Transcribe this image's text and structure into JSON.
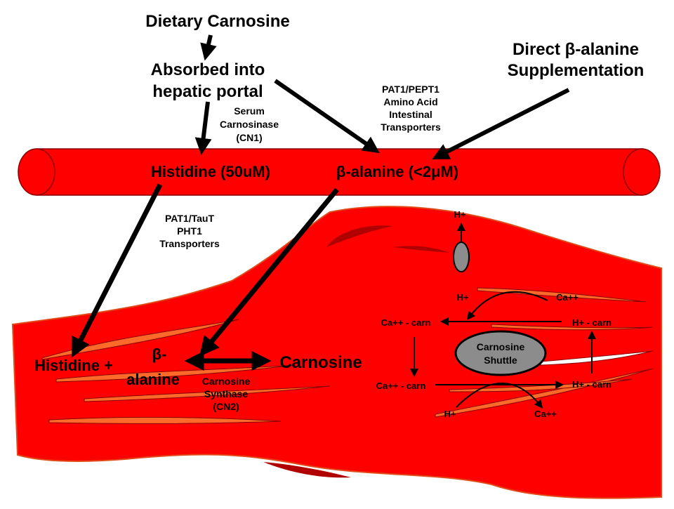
{
  "colors": {
    "vessel": "#ff0000",
    "muscle": "#ff0000",
    "dark_red": "#b00000",
    "fiber_orange": "#ff6a2a",
    "arrow": "#000000",
    "shuttle_gray": "#8c8c8c"
  },
  "labels": {
    "dietary_carnosine": "Dietary Carnosine",
    "absorbed_line1": "Absorbed into",
    "absorbed_line2": "hepatic portal",
    "direct_line1": "Direct β-alanine",
    "direct_line2": "Supplementation",
    "serum_line1": "Serum",
    "serum_line2": "Carnosinase",
    "serum_line3": "(CN1)",
    "pat_pept_line1": "PAT1/PEPT1",
    "pat_pept_line2": "Amino Acid",
    "pat_pept_line3": "Intestinal",
    "pat_pept_line4": "Transporters",
    "histidine_blood": "Histidine (50uM)",
    "balanine_blood": "β-alanine (<2μM)",
    "pat_taut_line1": "PAT1/TauT",
    "pat_taut_line2": "PHT1",
    "pat_taut_line3": "Transporters",
    "histidine_plus": "Histidine +",
    "beta_line1": "β-",
    "beta_line2": "alanine",
    "carnosine": "Carnosine",
    "synthase_line1": "Carnosine",
    "synthase_line2": "Synthase",
    "synthase_line3": "(CN2)",
    "shuttle_line1": "Carnosine",
    "shuttle_line2": "Shuttle",
    "h_plus_out": "H+",
    "h_plus_upper": "H+",
    "ca_upper": "Ca++",
    "ca_carn_upper_left": "Ca++ - carn",
    "h_carn_upper_right": "H+ - carn",
    "ca_carn_lower_left": "Ca++ - carn",
    "h_carn_lower_right": "H+ - carn",
    "h_plus_lower": "H+",
    "ca_lower": "Ca++"
  }
}
